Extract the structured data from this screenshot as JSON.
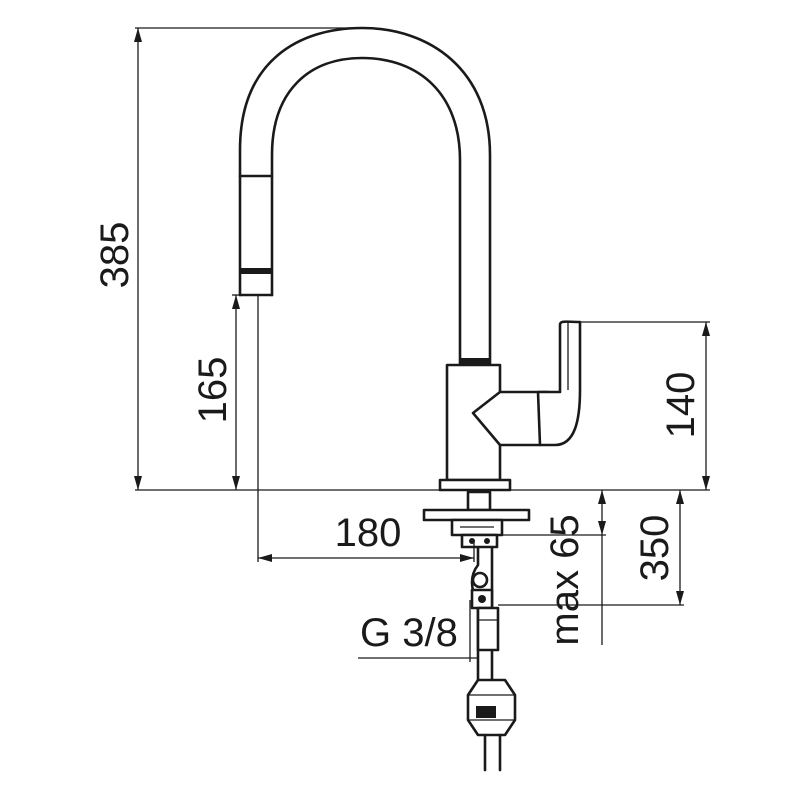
{
  "dimensions": {
    "total_height": "385",
    "spout_height": "165",
    "spout_reach": "180",
    "body_height": "140",
    "hose_length": "350",
    "max_deck_thickness": "max 65",
    "thread_size": "G 3/8"
  },
  "colors": {
    "line": "#1a1a1a",
    "background": "#ffffff"
  }
}
